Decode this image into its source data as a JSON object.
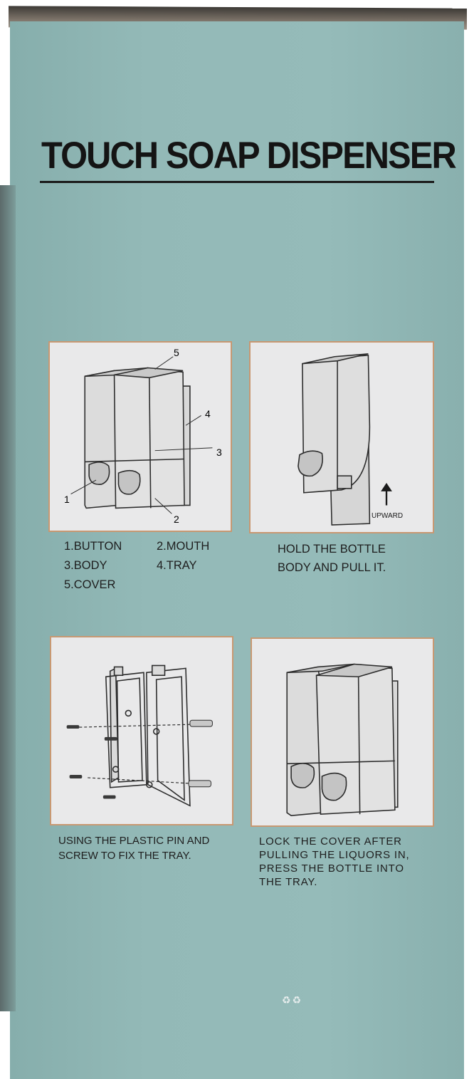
{
  "title": "TOUCH SOAP DISPENSER",
  "panel1": {
    "callouts": [
      "1",
      "2",
      "3",
      "4",
      "5"
    ],
    "legend": [
      "1.BUTTON",
      "2.MOUTH",
      "3.BODY",
      "4.TRAY",
      "5.COVER"
    ]
  },
  "panel2": {
    "arrow_label": "UPWARD",
    "caption_lines": [
      "HOLD THE BOTTLE",
      "BODY AND PULL IT."
    ]
  },
  "panel3": {
    "caption_lines": [
      "USING THE PLASTIC PIN AND",
      "SCREW TO FIX THE TRAY."
    ]
  },
  "panel4": {
    "caption_lines": [
      "LOCK THE COVER AFTER",
      "PULLING THE LIQUORS IN,",
      "PRESS THE BOTTLE INTO",
      "THE TRAY."
    ]
  },
  "colors": {
    "box_teal": "#93b9b7",
    "panel_border": "#c89872",
    "panel_bg": "#e9e9ea",
    "text": "#141414"
  },
  "icons": [
    "recycle-icon",
    "recycle-icon"
  ]
}
